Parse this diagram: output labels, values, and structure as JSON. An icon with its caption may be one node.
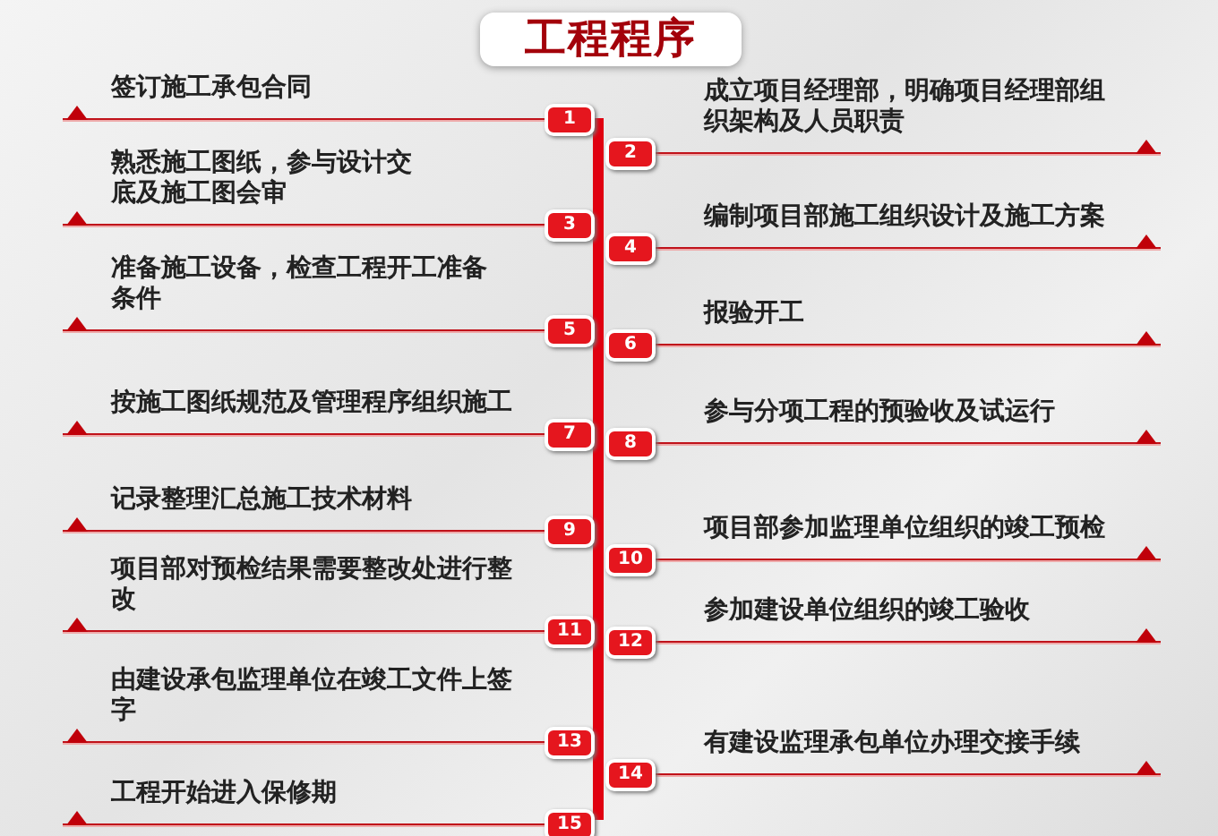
{
  "diagram": {
    "title": "工程程序",
    "nodes": [
      {
        "text": [
          "1",
          "签订施工承包合同"
        ]
      },
      {
        "text": [
          "2",
          "成立项目经理部，明确项目经理部组织架构及人员职责"
        ]
      },
      {
        "text": [
          "3",
          "熟悉施工图纸，参与设计交底及施工图会审"
        ]
      },
      {
        "text": [
          "4",
          "编制项目部施工组织设计及施工方案"
        ]
      },
      {
        "text": [
          "5",
          "准备施工设备，检查工程开工准备条件"
        ]
      },
      {
        "text": [
          "6",
          "报验开工"
        ]
      },
      {
        "text": [
          "7",
          "按施工图纸规范及管理程序组织施工"
        ]
      },
      {
        "text": [
          "8",
          "参与分项工程的预验收及试运行"
        ]
      },
      {
        "text": [
          "9",
          "记录整理汇总施工技术材料"
        ]
      },
      {
        "text": [
          "10",
          "项目部参加监理单位组织的竣工预检"
        ]
      },
      {
        "text": [
          "11",
          "项目部对预检结果需要整改处进行整改"
        ]
      },
      {
        "text": [
          "12",
          "参加建设单位组织的竣工验收"
        ]
      },
      {
        "text": [
          "13",
          "由建设承包监理单位在竣工文件上签字"
        ]
      },
      {
        "text": [
          "14",
          "有建设监理承包单位办理交接手续"
        ]
      },
      {
        "text": [
          "15",
          "工程开始进入保修期"
        ]
      }
    ]
  }
}
